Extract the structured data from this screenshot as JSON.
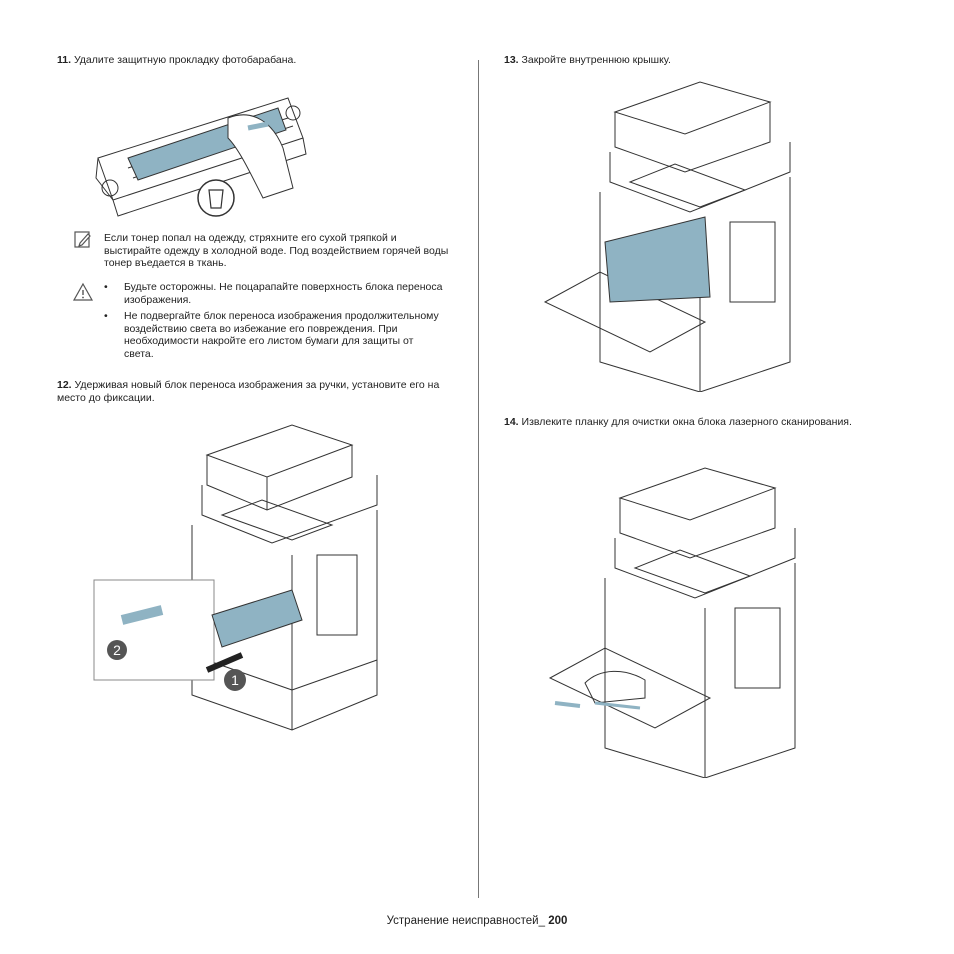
{
  "steps": [
    {
      "num": "11.",
      "text": "Удалите защитную прокладку фотобарабана."
    },
    {
      "num": "12.",
      "text": "Удерживая новый блок переноса изображения за ручки, установите его на место до фиксации."
    },
    {
      "num": "13.",
      "text": "Закройте внутреннюю крышку."
    },
    {
      "num": "14.",
      "text": "Извлеките планку для очистки окна блока лазерного сканирования."
    }
  ],
  "note": {
    "icon": "note-pencil-icon",
    "text": "Если тонер попал на одежду, стряхните его сухой тряпкой и выстирайте одежду в холодной воде. Под воздействием горячей воды тонер въедается в ткань."
  },
  "caution": {
    "icon": "warning-triangle-icon",
    "bullets": [
      "Будьте осторожны. Не поцарапайте поверхность блока переноса изображения.",
      "Не подвергайте блок переноса изображения продолжительному воздействию света во избежание его повреждения. При необходимости накройте его листом бумаги для защиты от света."
    ]
  },
  "callouts": {
    "one": "1",
    "two": "2"
  },
  "footer": {
    "label": "Устранение неисправностей_",
    "page": "200"
  },
  "colors": {
    "highlight": "#8fb3c3",
    "line": "#333333"
  }
}
